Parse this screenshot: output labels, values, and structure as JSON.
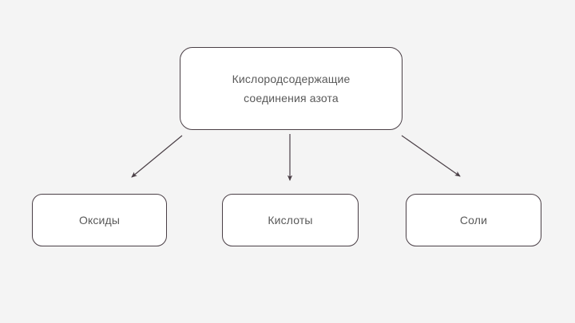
{
  "diagram": {
    "title_node": {
      "id": "root",
      "label": "Кислородсодержащие\nсоединения азота"
    },
    "children": [
      {
        "id": "oxides",
        "label": "Оксиды"
      },
      {
        "id": "acids",
        "label": "Кислоты"
      },
      {
        "id": "salts",
        "label": "Соли"
      }
    ],
    "connectors": [
      {
        "id": "root-to-oxides",
        "kind": "arrow",
        "direction": "down-left"
      },
      {
        "id": "root-to-acids",
        "kind": "arrow",
        "direction": "down"
      },
      {
        "id": "root-to-salts",
        "kind": "arrow",
        "direction": "down-right"
      }
    ],
    "colors": {
      "background": "#f4f4f4",
      "node_fill": "#ffffff",
      "node_border": "#4a3f46",
      "text": "#595959",
      "connector": "#4a3f46"
    }
  }
}
